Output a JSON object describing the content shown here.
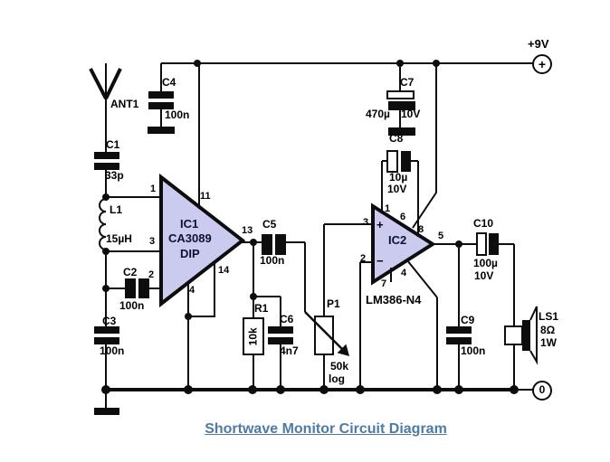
{
  "title": "Shortwave Monitor Circuit Diagram",
  "power": {
    "positive_label": "+9V",
    "positive_symbol": "+",
    "ground_terminal": "0"
  },
  "components": {
    "ant1": {
      "ref": "ANT1"
    },
    "c1": {
      "ref": "C1",
      "value": "33p"
    },
    "l1": {
      "ref": "L1",
      "value": "15µH"
    },
    "c2": {
      "ref": "C2",
      "value": "100n"
    },
    "c3": {
      "ref": "C3",
      "value": "100n"
    },
    "c4": {
      "ref": "C4",
      "value": "100n"
    },
    "ic1": {
      "ref": "IC1",
      "part": "CA3089",
      "package": "DIP",
      "pins": {
        "p1": "1",
        "p2": "2",
        "p3": "3",
        "p4": "4",
        "p11": "11",
        "p13": "13",
        "p14": "14"
      }
    },
    "c5": {
      "ref": "C5",
      "value": "100n"
    },
    "r1": {
      "ref": "R1",
      "value": "10k"
    },
    "c6": {
      "ref": "C6",
      "value": "4n7"
    },
    "p1": {
      "ref": "P1",
      "value": "50k",
      "taper": "log"
    },
    "ic2": {
      "ref": "IC2",
      "part": "LM386-N4",
      "plus": "+",
      "minus": "−",
      "pins": {
        "p1": "1",
        "p2": "2",
        "p3": "3",
        "p4": "4",
        "p5": "5",
        "p6": "6",
        "p7": "7",
        "p8": "8"
      }
    },
    "c7": {
      "ref": "C7",
      "value": "470µ",
      "voltage": "10V"
    },
    "c8": {
      "ref": "C8",
      "value": "10µ",
      "voltage": "10V"
    },
    "c9": {
      "ref": "C9",
      "value": "100n"
    },
    "c10": {
      "ref": "C10",
      "value": "100µ",
      "voltage": "10V"
    },
    "ls1": {
      "ref": "LS1",
      "impedance": "8Ω",
      "power": "1W"
    }
  },
  "colors": {
    "ic_fill": "#cbcbf0",
    "line": "#000000",
    "title": "#4d7ba6",
    "background": "#ffffff"
  }
}
